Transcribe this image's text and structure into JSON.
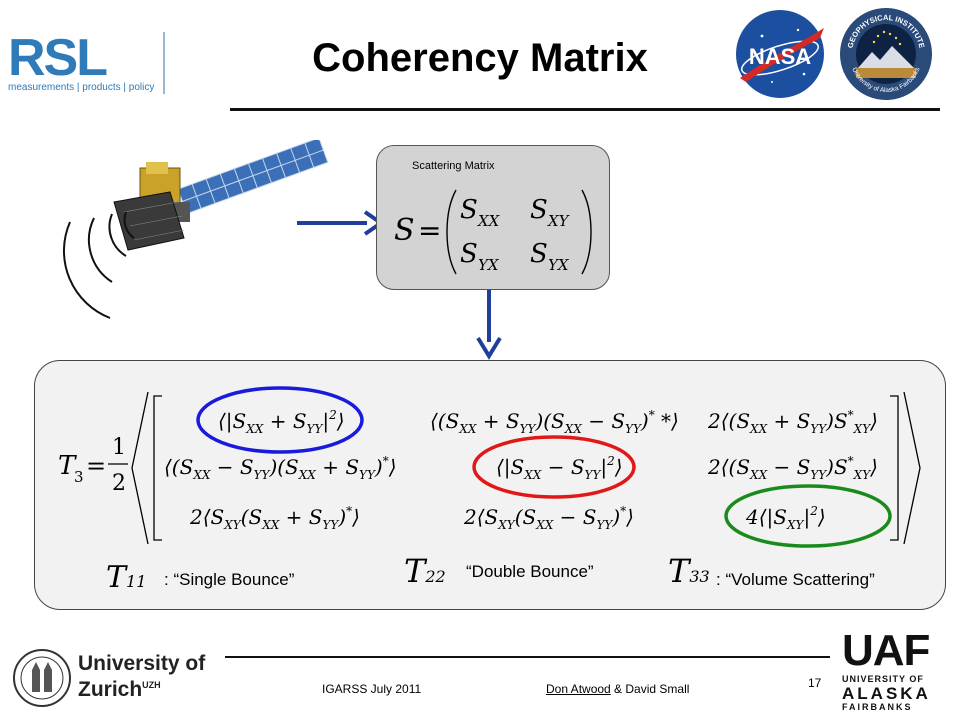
{
  "slide": {
    "title": "Coherency Matrix",
    "page_number": "17",
    "footer_left": "IGARSS July 2011",
    "footer_author_link": "Don Atwood",
    "footer_author_rest": " & David Small"
  },
  "logos": {
    "rsl_letters": "RSL",
    "rsl_tagline": "measurements | products | policy",
    "nasa": "NASA",
    "gi_ring_top": "GEOPHYSICAL INSTITUTE",
    "gi_ring_bottom": "University of Alaska Fairbanks",
    "uzh_line1": "University of",
    "uzh_line2": "Zurich",
    "uzh_sup": "UZH",
    "uaf_letters": "UAF",
    "uaf_line1": "UNIVERSITY OF",
    "uaf_line2": "ALASKA",
    "uaf_line3": "FAIRBANKS"
  },
  "scattering": {
    "caption": "Scattering Matrix"
  },
  "labels": {
    "t11": ": “Single Bounce”",
    "t22": "“Double Bounce”",
    "t33": ": “Volume Scattering”"
  },
  "colors": {
    "arrow": "#1f3f9a",
    "circle_single": "#1a1adc",
    "circle_double": "#e01818",
    "circle_volume": "#1a8a1a",
    "rsl_blue": "#2f7ab8",
    "nasa_blue": "#1d4fa0",
    "nasa_red": "#d42a25"
  }
}
